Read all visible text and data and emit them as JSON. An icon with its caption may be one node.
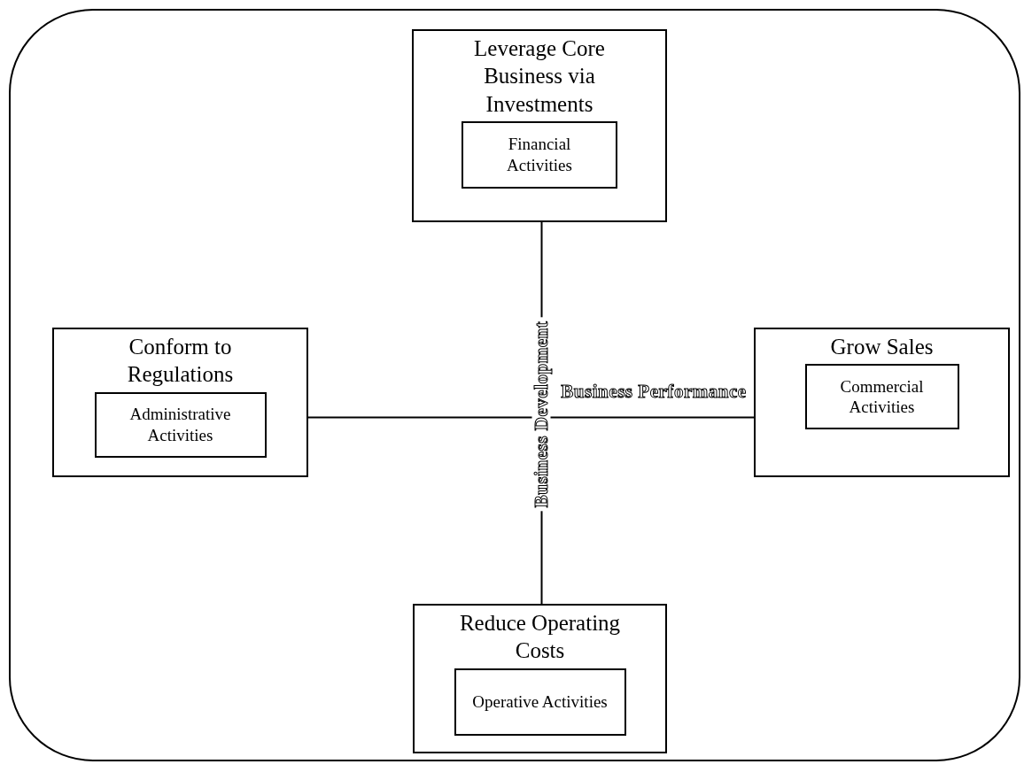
{
  "diagram": {
    "nodes": [
      {
        "text": [],
        "shape": "box"
      },
      {
        "text": [
          "Leverage Core Business via Investments"
        ],
        "in": 0
      },
      {
        "text": [
          "Financial Activities"
        ],
        "in": 1
      },
      {
        "text": [
          "Conform to Regulations"
        ],
        "in": 0
      },
      {
        "text": [
          "Administrative Activities"
        ],
        "in": 3
      },
      {
        "text": [
          "Grow Sales"
        ],
        "in": 0
      },
      {
        "text": [
          "Commercial Activities"
        ],
        "in": 5
      },
      {
        "text": [
          "Reduce Operating Costs"
        ],
        "in": 0
      },
      {
        "text": [
          "Operative Activities"
        ],
        "in": 7
      }
    ],
    "edges": [
      {
        "from": 1,
        "to": 7,
        "arrow": "none",
        "label": "Business Development"
      },
      {
        "from": 3,
        "to": 5,
        "arrow": "none",
        "label": "Business Performance"
      }
    ]
  }
}
